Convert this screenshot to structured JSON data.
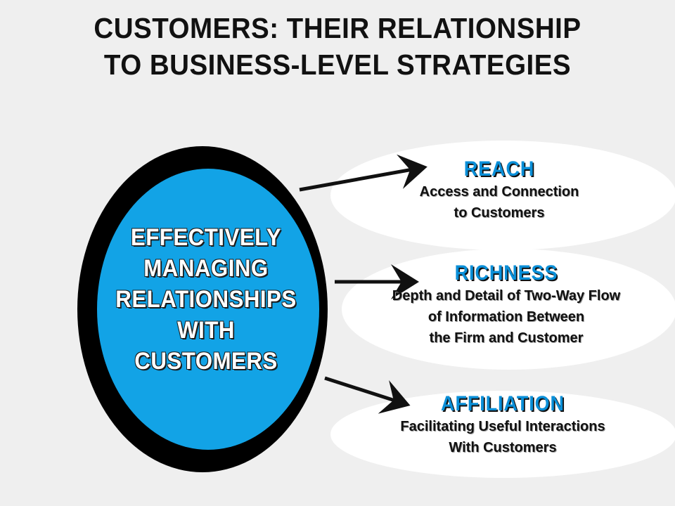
{
  "title": {
    "line1": "CUSTOMERS: THEIR RELATIONSHIP",
    "line2": "TO BUSINESS-LEVEL STRATEGIES"
  },
  "center": {
    "lines": [
      "EFFECTIVELY",
      "MANAGING",
      "RELATIONSHIPS",
      "WITH",
      "CUSTOMERS"
    ]
  },
  "items": [
    {
      "title": "REACH",
      "desc": [
        "Access and Connection",
        "to Customers"
      ]
    },
    {
      "title": "RICHNESS",
      "desc": [
        "Depth and Detail of Two-Way Flow",
        "of Information Between",
        "the Firm and Customer"
      ]
    },
    {
      "title": "AFFILIATION",
      "desc": [
        "Facilitating Useful Interactions",
        "With Customers"
      ]
    }
  ],
  "colors": {
    "background": "#efefef",
    "center_fill": "#12a3e6",
    "ring": "#000000",
    "item_title": "#0a8fd8",
    "ellipse_fill": "#ffffff"
  }
}
